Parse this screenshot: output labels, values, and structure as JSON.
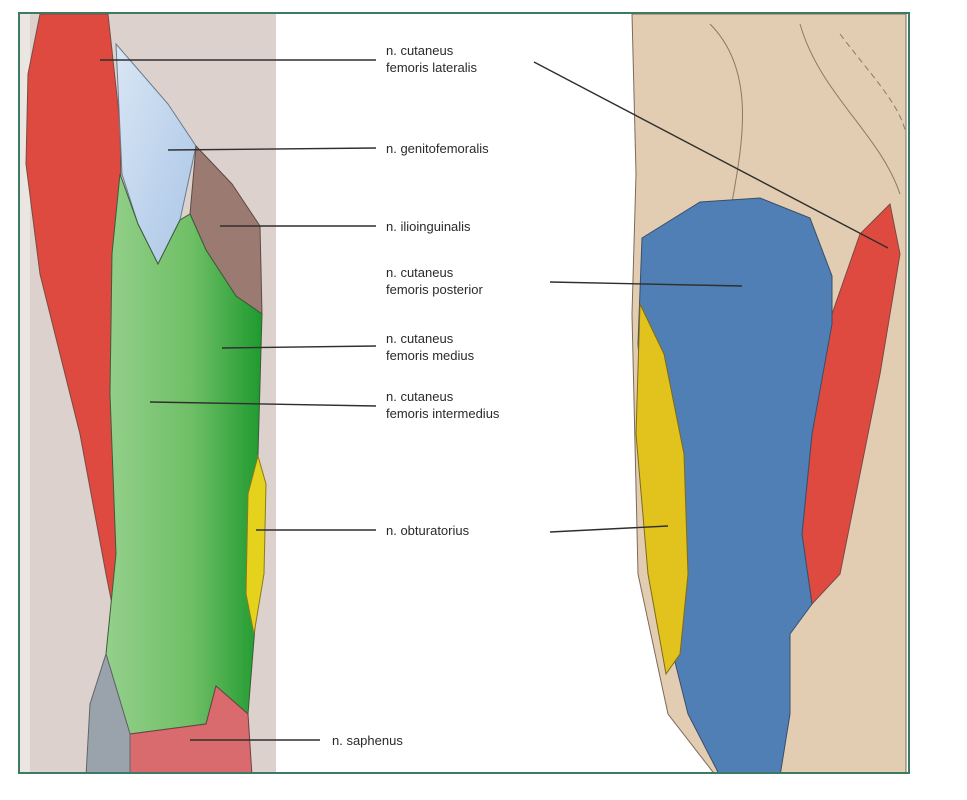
{
  "labels": {
    "cutaneus_lateralis_1": "n. cutaneus",
    "cutaneus_lateralis_2": "femoris lateralis",
    "genitofemoralis": "n. genitofemoralis",
    "ilioinguinalis": "n. ilioinguinalis",
    "cutaneus_posterior_1": "n. cutaneus",
    "cutaneus_posterior_2": "femoris posterior",
    "cutaneus_medius_1": "n. cutaneus",
    "cutaneus_medius_2": "femoris medius",
    "cutaneus_intermedius_1": "n. cutaneus",
    "cutaneus_intermedius_2": "femoris intermedius",
    "obturatorius": "n. obturatorius",
    "saphenus": "n. saphenus"
  },
  "colors": {
    "frame": "#3c7a63",
    "skin": "#e2cdb3",
    "lateralis": "#de4a3f",
    "genitofemoralis": "#c5d8ef",
    "ilioinguinalis": "#9b7a71",
    "medius": "#2ba23a",
    "intermedius": "#8fcc85",
    "obturatorius": "#e2c21c",
    "posterior": "#4f7fb4",
    "saphenus": "#d96a6e"
  }
}
